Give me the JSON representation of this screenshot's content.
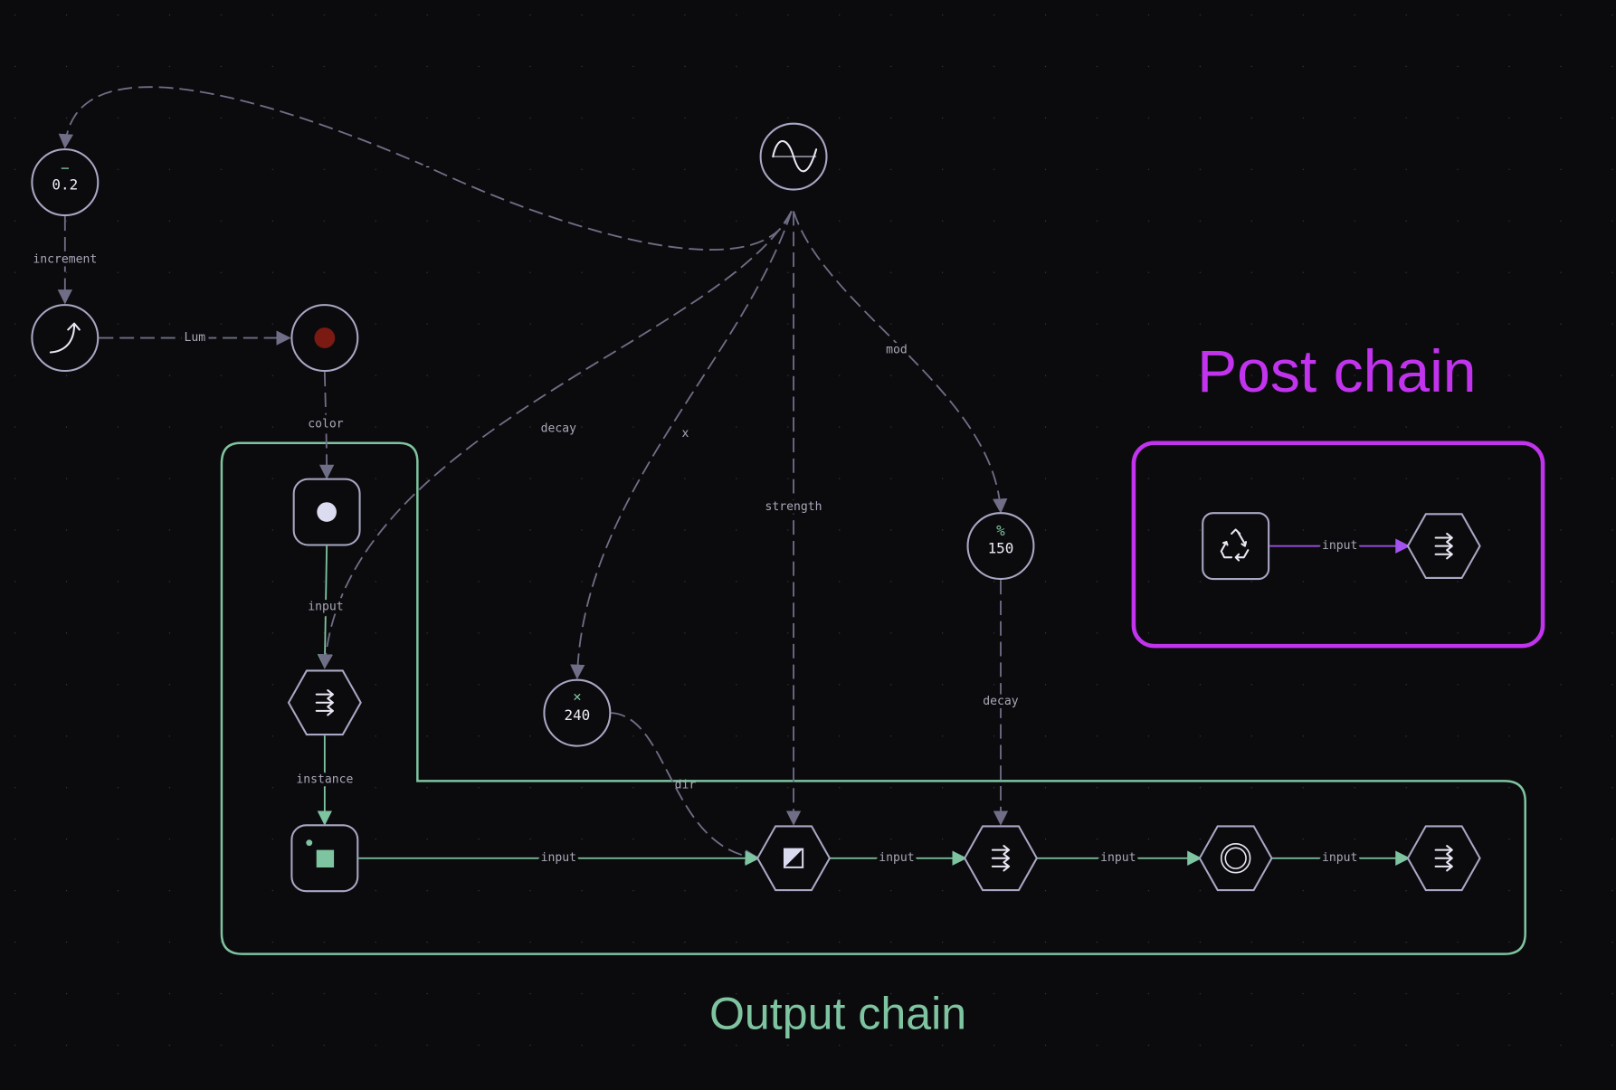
{
  "colors": {
    "background": "#0b0b0e",
    "output_group": "#7fc4a0",
    "post_group": "#c233ee",
    "edge": "#6f6e86",
    "node_stroke": "#a9a8c4",
    "color_swatch": "#7a1a12"
  },
  "groups": {
    "output_chain": "Output chain",
    "post_chain": "Post chain"
  },
  "nodes": {
    "subtract": {
      "symbol": "−",
      "value": "0.2"
    },
    "multiply": {
      "symbol": "×",
      "value": "240"
    },
    "modulo": {
      "symbol": "%",
      "value": "150"
    },
    "icons": [
      "sine-wave-icon",
      "curve-arrow-icon",
      "color-swatch-icon",
      "circle-fill-icon",
      "multi-arrow-icon",
      "instance-icon",
      "blend-icon",
      "ring-icon",
      "recycle-icon"
    ]
  },
  "edges": {
    "sine_to_subtract": "-",
    "subtract_to_ramp": "increment",
    "ramp_to_color": "Lum",
    "color_to_circle": "color",
    "circle_to_hex": "input",
    "sine_to_hex": "decay",
    "sine_to_multiply": "x",
    "sine_to_blend": "strength",
    "sine_to_modulo": "mod",
    "modulo_to_hex2": "decay",
    "multiply_to_blend": "dir",
    "hex_to_instance": "instance",
    "instance_to_blend": "input",
    "blend_to_hex2": "input",
    "hex2_to_ring": "input",
    "ring_to_hex3": "input",
    "recycle_to_hex": "input"
  }
}
